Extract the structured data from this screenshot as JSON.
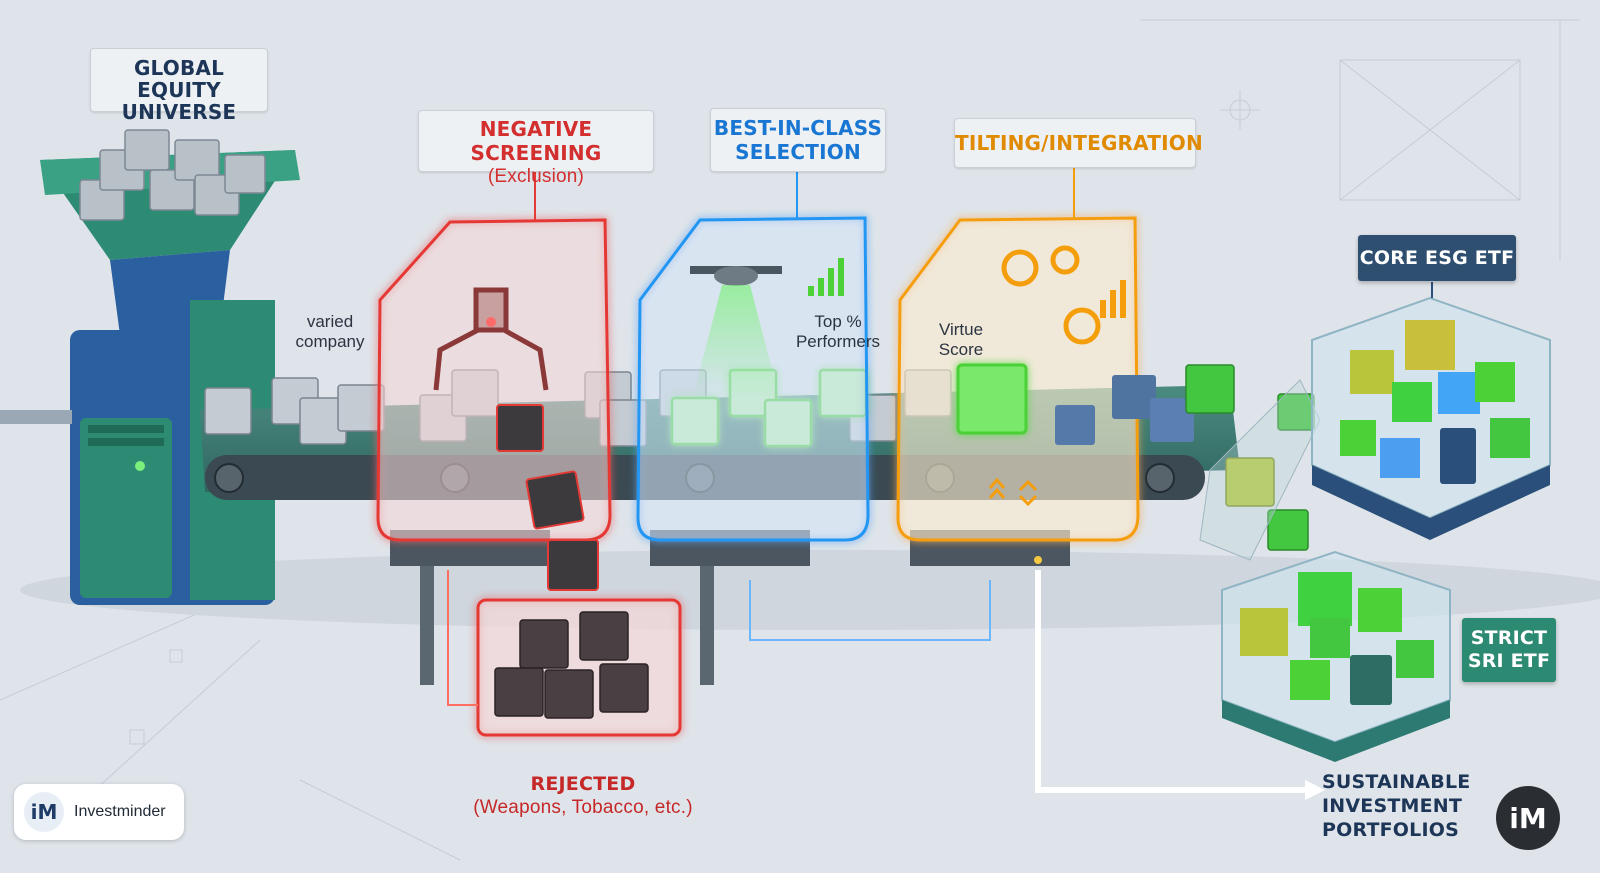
{
  "stages": {
    "universe": {
      "line1": "GLOBAL EQUITY",
      "line2": "UNIVERSE"
    },
    "negative": {
      "title": "NEGATIVE SCREENING",
      "subtitle": "(Exclusion)"
    },
    "best": {
      "line1": "BEST-IN-CLASS",
      "line2": "SELECTION"
    },
    "tilting": {
      "title": "TILTING/INTEGRATION"
    }
  },
  "annotations": {
    "varied_1": "varied",
    "varied_2": "company",
    "top_1": "Top %",
    "top_2": "Performers",
    "virtue_1": "Virtue",
    "virtue_2": "Score"
  },
  "rejected": {
    "title": "REJECTED",
    "subtitle": "(Weapons, Tobacco, etc.)"
  },
  "outputs": {
    "core": "CORE ESG ETF",
    "strict_1": "STRICT",
    "strict_2": "SRI ETF",
    "portfolios_1": "SUSTAINABLE INVESTMENT",
    "portfolios_2": "PORTFOLIOS"
  },
  "brand": {
    "logo": "iM",
    "name": "Investminder"
  },
  "colors": {
    "negative": "#e53935",
    "best": "#2196f3",
    "tilting": "#f59e0b",
    "green_cube": "#4cd137",
    "machine_blue": "#2a5fa0",
    "machine_teal": "#2e8b73"
  },
  "icons": [
    "gear-icon",
    "building-icon",
    "factory-icon",
    "globe-icon",
    "weapon-icon",
    "cigarette-icon",
    "biohazard-icon",
    "shield-leaf-icon",
    "hand-plant-icon",
    "bar-chart-icon"
  ]
}
